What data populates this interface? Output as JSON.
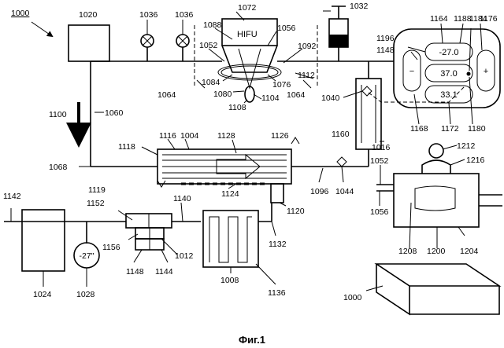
{
  "figure": {
    "caption": "Фиг.1",
    "device_label": "HIFU",
    "gauge_reading": "-27\"",
    "control_panel": {
      "display_top": "-27.0",
      "display_mid": "37.0",
      "display_bot": "33.1",
      "minus_symbol": "−",
      "plus_symbol": "+"
    },
    "refs": {
      "r1000a": "1000",
      "r1000b": "1000",
      "r1004": "1004",
      "r1008": "1008",
      "r1012": "1012",
      "r1016": "1016",
      "r1020": "1020",
      "r1024": "1024",
      "r1028": "1028",
      "r1032": "1032",
      "r1036a": "1036",
      "r1036b": "1036",
      "r1040": "1040",
      "r1044": "1044",
      "r1052a": "1052",
      "r1052b": "1052",
      "r1056a": "1056",
      "r1056b": "1056",
      "r1060": "1060",
      "r1064a": "1064",
      "r1064b": "1064",
      "r1068": "1068",
      "r1072": "1072",
      "r1076": "1076",
      "r1080": "1080",
      "r1084": "1084",
      "r1088": "1088",
      "r1092": "1092",
      "r1096": "1096",
      "r1100": "1100",
      "r1104": "1104",
      "r1108": "1108",
      "r1112": "1112",
      "r1116": "1116",
      "r1118": "1118",
      "r1119": "1119",
      "r1120": "1120",
      "r1124": "1124",
      "r1126": "1126",
      "r1128": "1128",
      "r1132": "1132",
      "r1136": "1136",
      "r1140": "1140",
      "r1142": "1142",
      "r1144": "1144",
      "r1148a": "1148",
      "r1148b": "1148",
      "r1152": "1152",
      "r1156": "1156",
      "r1160": "1160",
      "r1164": "1164",
      "r1168": "1168",
      "r1172": "1172",
      "r1176": "1176",
      "r1180": "1180",
      "r1184": "1184",
      "r1188": "1188",
      "r1196": "1196",
      "r1200": "1200",
      "r1204": "1204",
      "r1208": "1208",
      "r1212": "1212",
      "r1216": "1216"
    }
  }
}
